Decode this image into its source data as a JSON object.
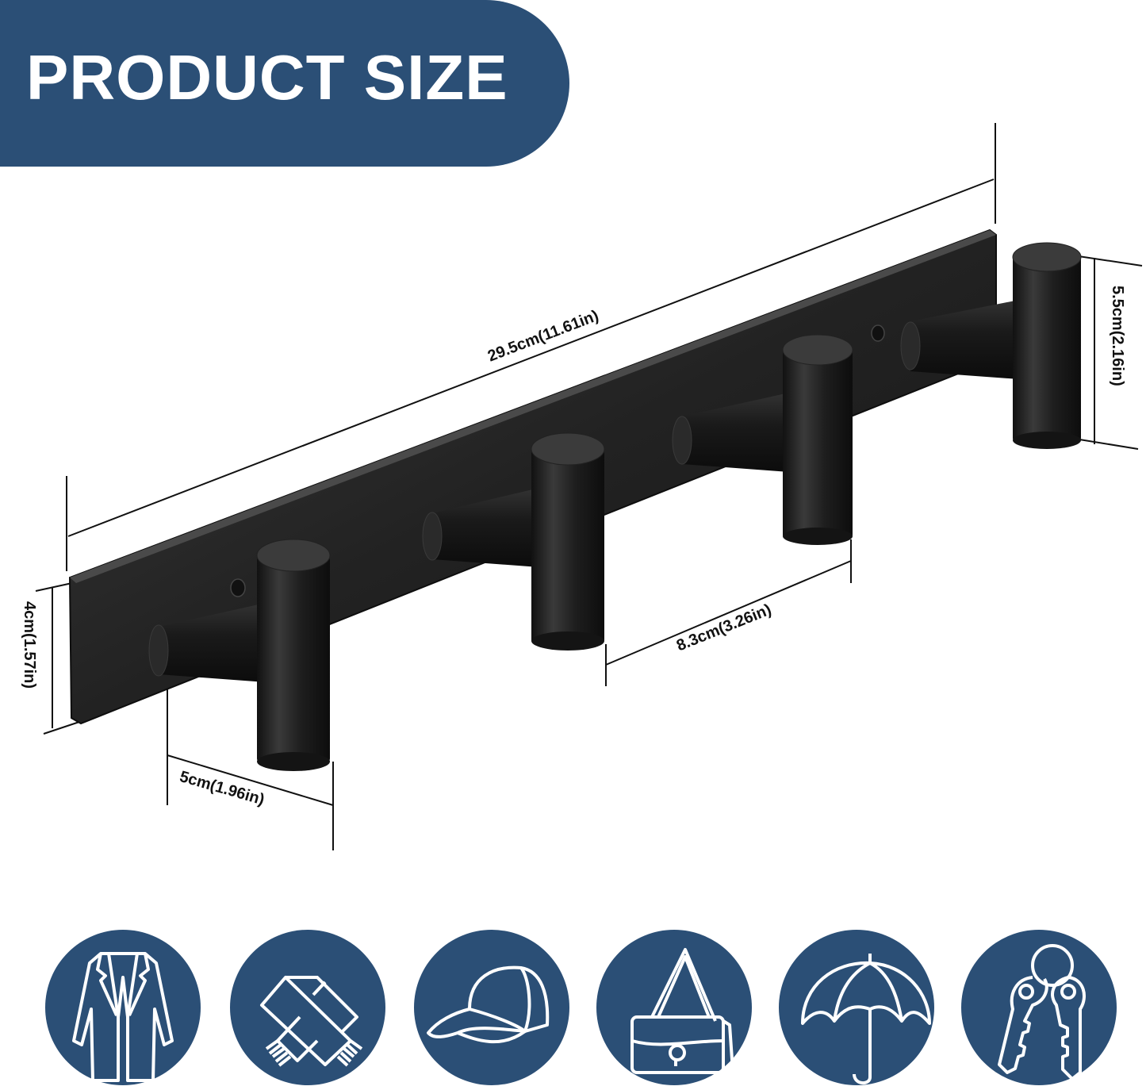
{
  "banner": {
    "title": "PRODUCT SIZE",
    "color": "#2b4f76"
  },
  "product": {
    "name": "wall-mounted coat hook rack",
    "hook_count": 4,
    "finish_color": "#1c1c1c"
  },
  "dimensions": {
    "total_length": "29.5cm(11.61in)",
    "hook_height": "5.5cm(2.16in)",
    "plate_height": "4cm(1.57in)",
    "hook_depth": "5cm(1.96in)",
    "hook_spacing": "8.3cm(3.26in)"
  },
  "use_icons": [
    {
      "name": "coat-icon",
      "label": "coat"
    },
    {
      "name": "scarf-icon",
      "label": "scarf"
    },
    {
      "name": "cap-icon",
      "label": "cap"
    },
    {
      "name": "handbag-icon",
      "label": "handbag"
    },
    {
      "name": "umbrella-icon",
      "label": "umbrella"
    },
    {
      "name": "keys-icon",
      "label": "keys"
    }
  ],
  "icon_color": "#2b4f76"
}
